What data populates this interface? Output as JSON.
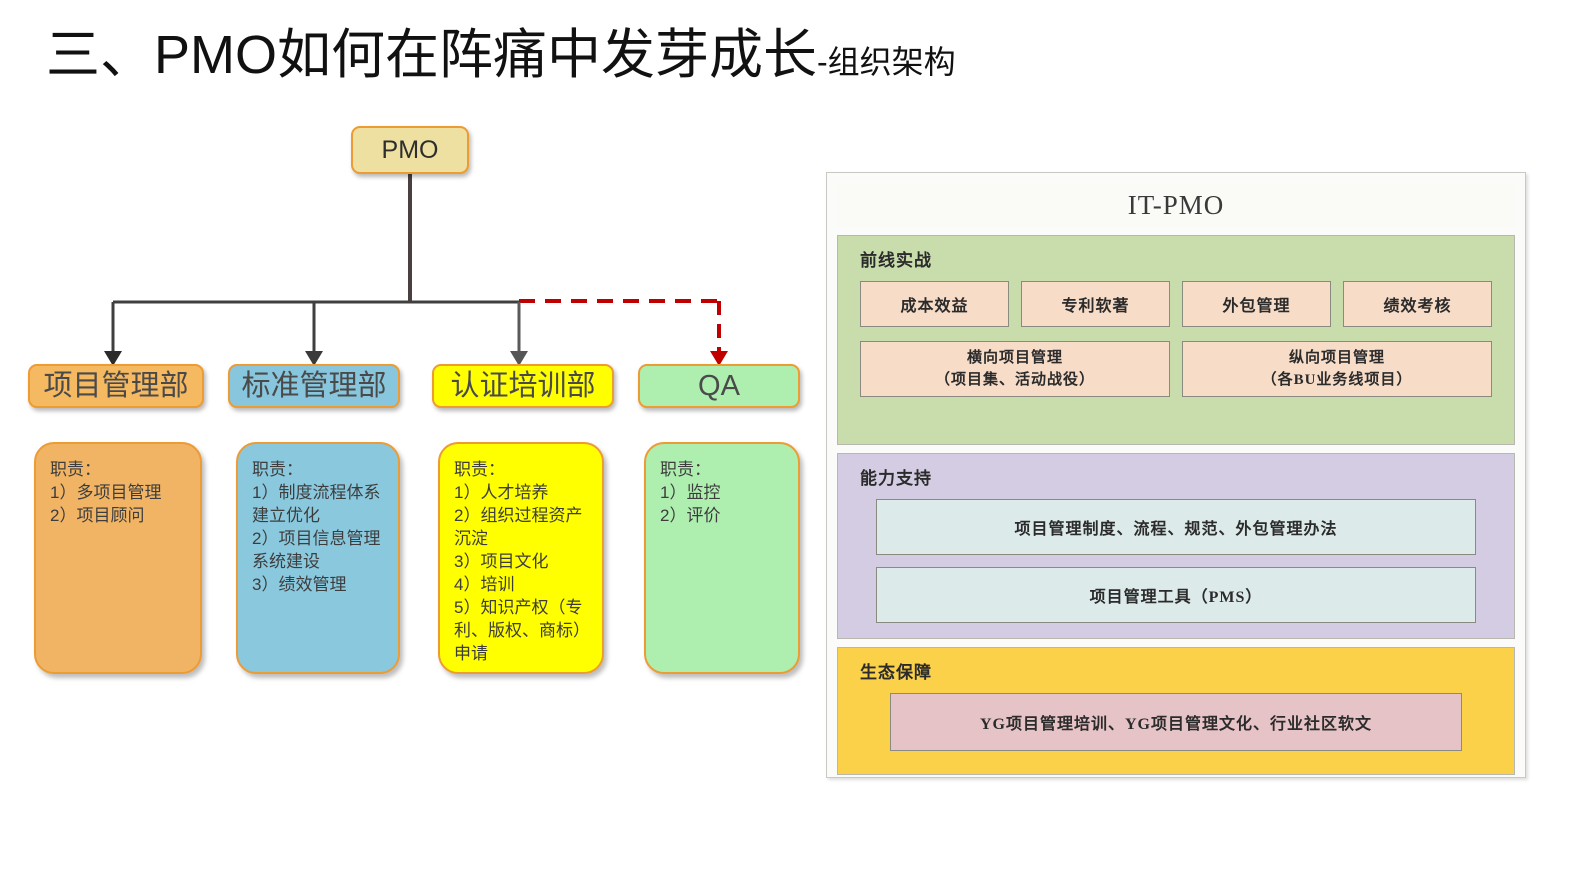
{
  "slide": {
    "title_main": "三、PMO如何在阵痛中发芽成长",
    "title_sub": "-组织架构"
  },
  "org_chart": {
    "root": {
      "label": "PMO",
      "fill": "#EDE0A0",
      "border": "#ED9B33"
    },
    "departments": [
      {
        "label": "项目管理部",
        "fill": "#F5B961",
        "body": "职责：\n1）多项目管理\n2）项目顾问",
        "connector": "solid"
      },
      {
        "label": "标准管理部",
        "fill": "#87C6DD",
        "body": "职责：\n1）制度流程体系建立优化\n2）项目信息管理系统建设\n3）绩效管理",
        "connector": "solid"
      },
      {
        "label": "认证培训部",
        "fill": "#FFFF00",
        "body": "职责：\n1）人才培养\n2）组织过程资产沉淀\n3）项目文化\n4）培训\n5）知识产权（专利、版权、商标）申请",
        "connector": "solid"
      },
      {
        "label": "QA",
        "fill": "#AEEFB0",
        "body": "职责：\n1）监控\n2）评价",
        "connector": "dashed-red"
      }
    ],
    "connector_colors": {
      "solid": "#3f3f3f",
      "dashed_red": "#C00000"
    }
  },
  "itpmo_figure": {
    "title": "IT-PMO",
    "sections": [
      {
        "name": "前线实战",
        "fill": "#C9DCAB",
        "chips": [
          "成本效益",
          "专利软著",
          "外包管理",
          "绩效考核"
        ],
        "wide_chips": [
          "横向项目管理\n（项目集、活动战役）",
          "纵向项目管理\n（各BU业务线项目）"
        ]
      },
      {
        "name": "能力支持",
        "fill": "#D4CCE2",
        "bars": [
          "项目管理制度、流程、规范、外包管理办法",
          "项目管理工具（PMS）"
        ]
      },
      {
        "name": "生态保障",
        "fill": "#FBD14A",
        "bars": [
          "YG项目管理培训、YG项目管理文化、行业社区软文"
        ]
      }
    ]
  }
}
